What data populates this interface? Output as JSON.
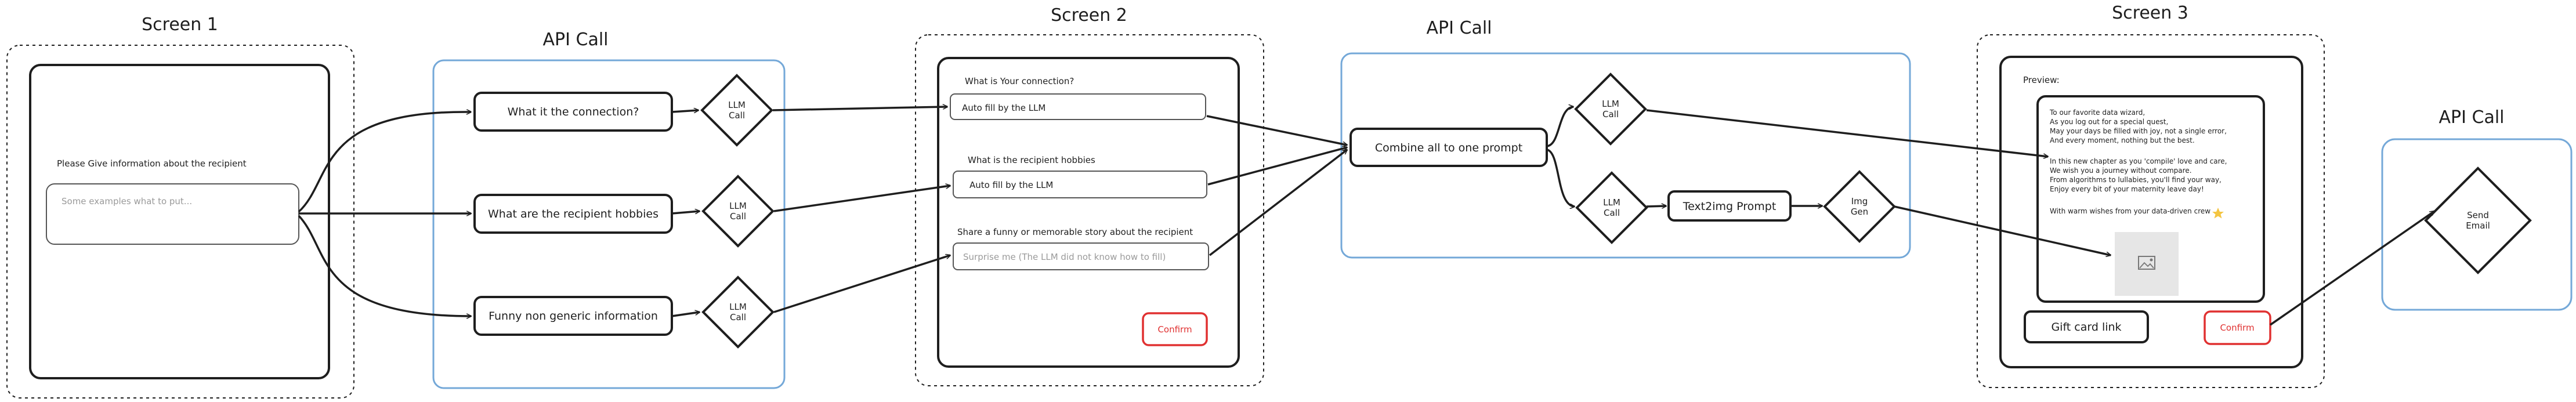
{
  "colors": {
    "stroke": "#1e1e1e",
    "frame_blue": "#74a8d8",
    "confirm_red": "#e03131",
    "placeholder_gray": "#9a9a9a",
    "star": "#f4c542"
  },
  "screen1": {
    "title": "Screen 1",
    "prompt_label": "Please Give information about the recipient",
    "input_placeholder": "Some examples what to put..."
  },
  "api_call_1": {
    "title": "API Call",
    "q1": "What it the connection?",
    "q2": "What are the recipient hobbies",
    "q3": "Funny non generic information",
    "llm_line1": "LLM",
    "llm_line2": "Call"
  },
  "screen2": {
    "title": "Screen 2",
    "field1_label": "What is Your connection?",
    "field1_value": "Auto fill by the LLM",
    "field2_label": "What is the recipient hobbies",
    "field2_value": "Auto fill by the LLM",
    "field3_label": "Share a funny or memorable story about the recipient",
    "field3_placeholder": "Surprise me (The LLM did not know how to fill)",
    "confirm": "Confirm"
  },
  "api_call_2": {
    "title": "API Call",
    "combine": "Combine all to one prompt",
    "llm_line1": "LLM",
    "llm_line2": "Call",
    "text2img": "Text2img Prompt",
    "img_line1": "Img",
    "img_line2": "Gen"
  },
  "screen3": {
    "title": "Screen 3",
    "preview_label": "Preview:",
    "poem_lines": [
      "To our favorite data wizard,",
      "As you log out for a special quest,",
      "May your days be filled with joy, not a single error,",
      "And every moment, nothing but the best.",
      "",
      "In this new chapter as you 'compile' love and care,",
      "We wish you a journey without compare.",
      "From algorithms to lullabies, you'll find your way,",
      "Enjoy every bit of your maternity leave day!",
      "",
      "With warm wishes from your data-driven crew"
    ],
    "gift_card": "Gift card link",
    "confirm": "Confirm"
  },
  "api_call_3": {
    "title": "API Call",
    "send_line1": "Send",
    "send_line2": "Email"
  }
}
